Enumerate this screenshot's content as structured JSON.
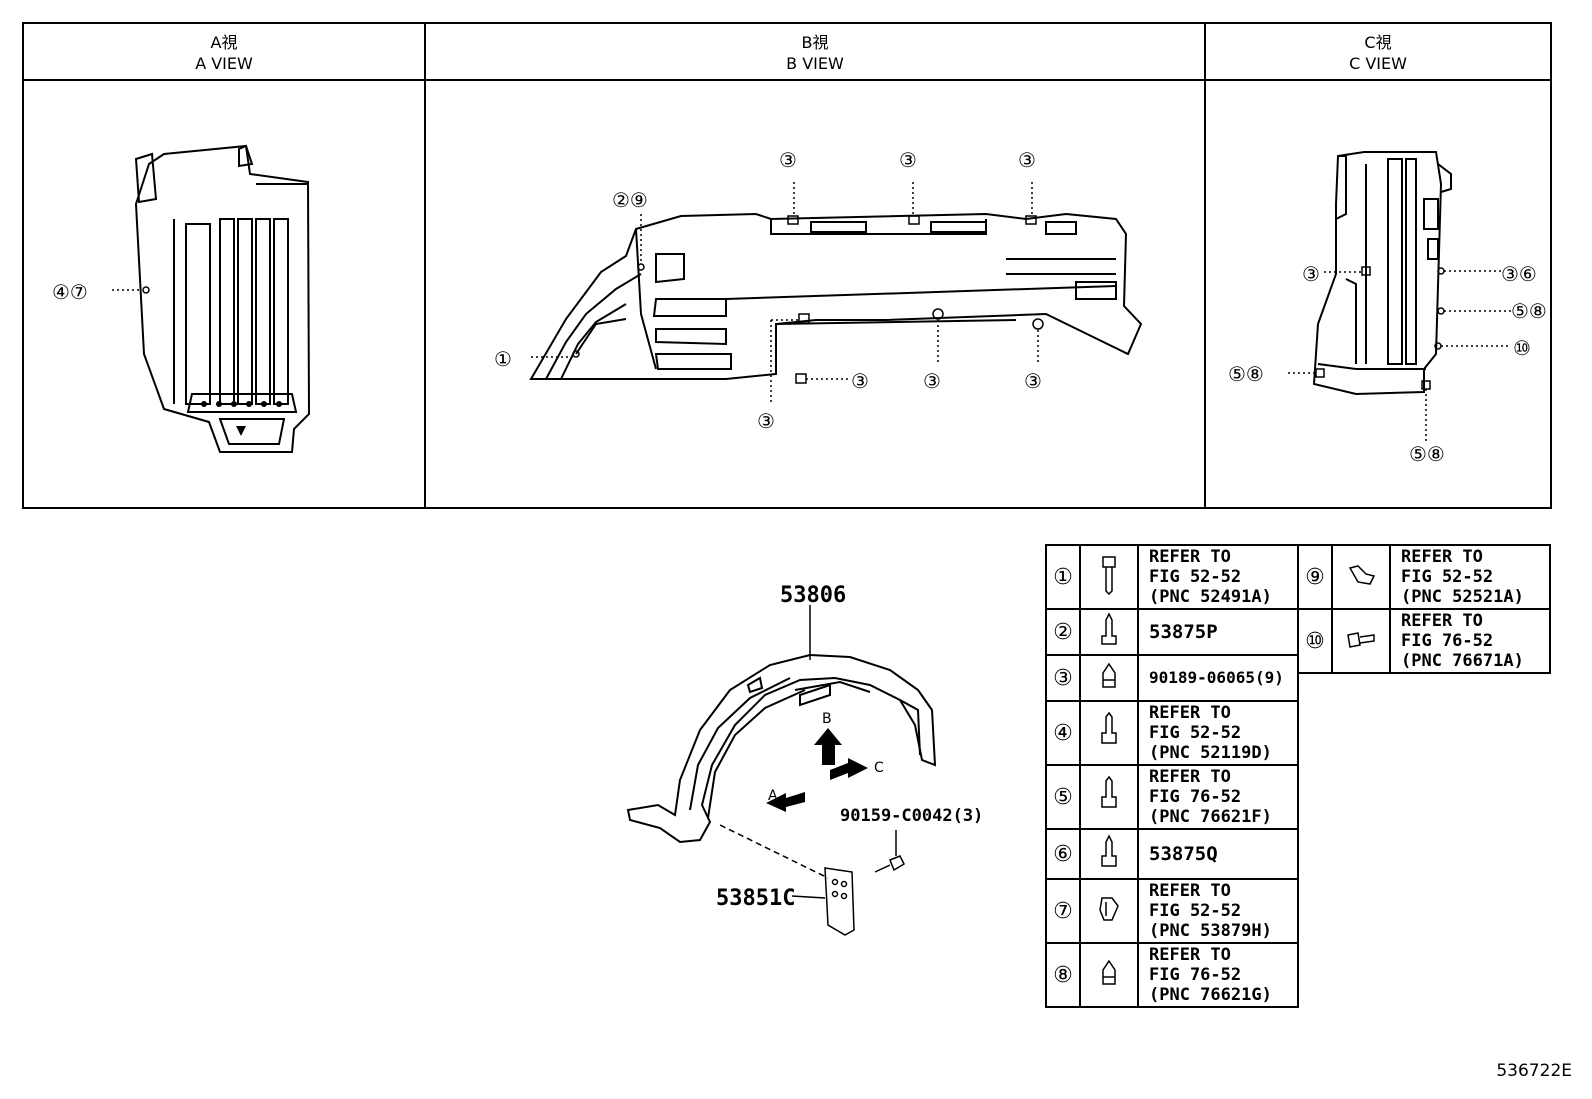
{
  "views": {
    "a": {
      "jp": "A視",
      "en": "A VIEW"
    },
    "b": {
      "jp": "B視",
      "en": "B VIEW"
    },
    "c": {
      "jp": "C視",
      "en": "C VIEW"
    }
  },
  "callouts": {
    "a_4_7": "④⑦",
    "b_1": "①",
    "b_2_9": "②⑨",
    "b_3": "③",
    "c_3": "③",
    "c_3_6": "③⑥",
    "c_5_8": "⑤⑧",
    "c_10": "⑩"
  },
  "main_parts": {
    "liner": "53806",
    "mudguard": "53851C",
    "screw": "90159-C0042(3)",
    "arrow_a": "A",
    "arrow_b": "B",
    "arrow_c": "C"
  },
  "legend_left": [
    {
      "num": "①",
      "text": "REFER TO\nFIG 52-52\n(PNC 52491A)",
      "icon": "bolt-icon"
    },
    {
      "num": "②",
      "text": "53875P",
      "icon": "screw-icon"
    },
    {
      "num": "③",
      "text": "90189-06065(9)",
      "icon": "nut-icon"
    },
    {
      "num": "④",
      "text": "REFER TO\nFIG 52-52\n(PNC 52119D)",
      "icon": "bolt-icon"
    },
    {
      "num": "⑤",
      "text": "REFER TO\nFIG 76-52\n(PNC 76621F)",
      "icon": "screw-icon"
    },
    {
      "num": "⑥",
      "text": "53875Q",
      "icon": "screw-icon"
    },
    {
      "num": "⑦",
      "text": "REFER TO\nFIG 52-52\n(PNC 53879H)",
      "icon": "clip-icon"
    },
    {
      "num": "⑧",
      "text": "REFER TO\nFIG 76-52\n(PNC 76621G)",
      "icon": "nut-icon"
    }
  ],
  "legend_right": [
    {
      "num": "⑨",
      "text": "REFER TO\nFIG 52-52\n(PNC 52521A)",
      "icon": "clip-icon"
    },
    {
      "num": "⑩",
      "text": "REFER TO\nFIG 76-52\n(PNC 76671A)",
      "icon": "rivet-icon"
    }
  ],
  "illustration_id": "536722E"
}
